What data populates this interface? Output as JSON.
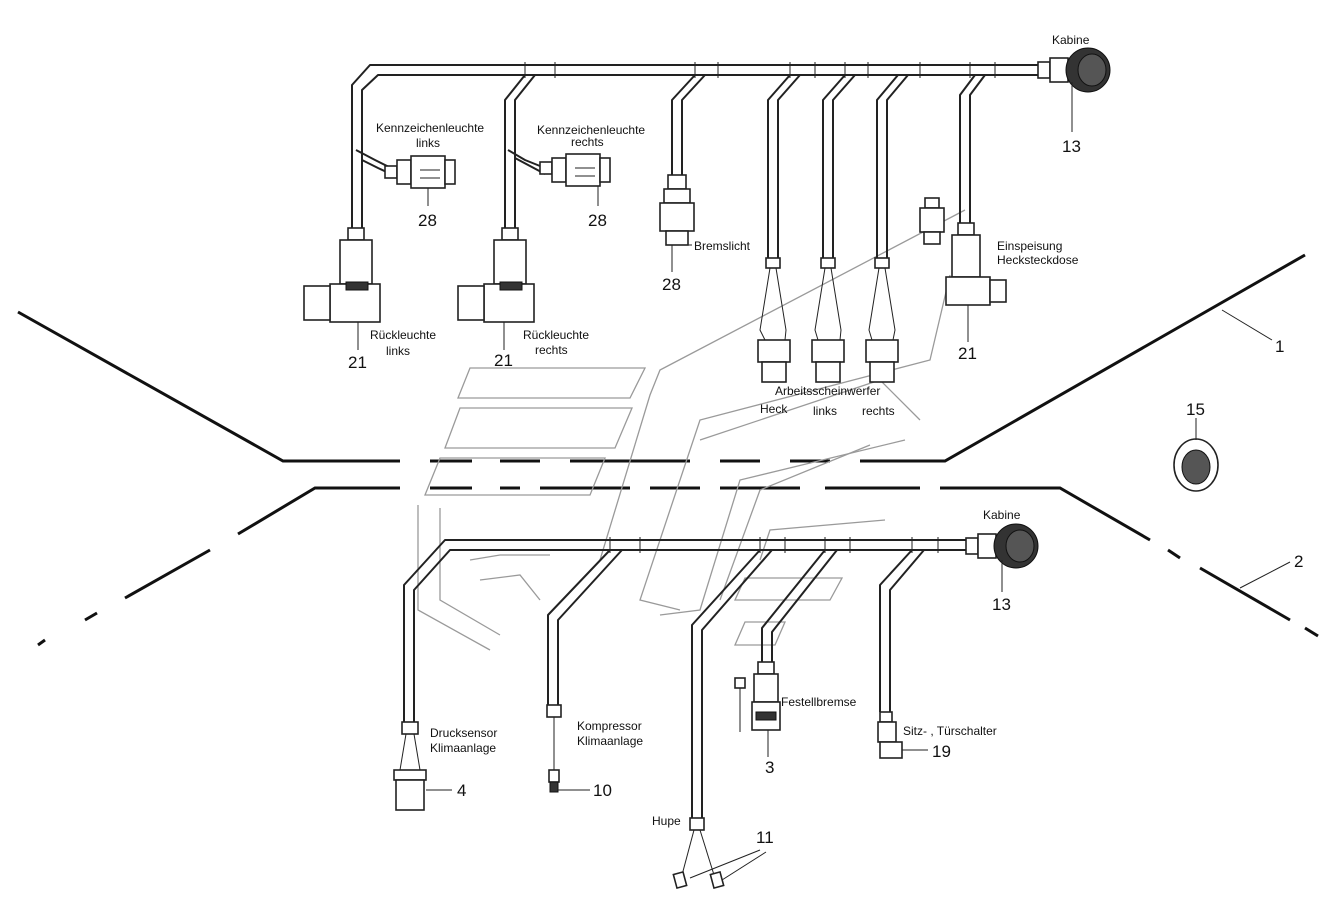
{
  "labels": {
    "kabine_top": "Kabine",
    "kabine_bottom": "Kabine",
    "kennzeichen_links_1": "Kennzeichenleuchte",
    "kennzeichen_links_2": "links",
    "kennzeichen_rechts_1": "Kennzeichenleuchte",
    "kennzeichen_rechts_2": "rechts",
    "bremslicht": "Bremslicht",
    "einspeisung_1": "Einspeisung",
    "einspeisung_2": "Hecksteckdose",
    "rueck_links_1": "Rückleuchte",
    "rueck_links_2": "links",
    "rueck_rechts_1": "Rückleuchte",
    "rueck_rechts_2": "rechts",
    "arbeit_title": "Arbeitsscheinwerfer",
    "arbeit_heck": "Heck",
    "arbeit_links": "links",
    "arbeit_rechts": "rechts",
    "drucksensor_1": "Drucksensor",
    "drucksensor_2": "Klimaanlage",
    "kompressor_1": "Kompressor",
    "kompressor_2": "Klimaanlage",
    "festellbremse": "Festellbremse",
    "sitz": "Sitz- , Türschalter",
    "hupe": "Hupe"
  },
  "callouts": {
    "n1": "1",
    "n2": "2",
    "n3": "3",
    "n4": "4",
    "n10": "10",
    "n11": "11",
    "n13_top": "13",
    "n13_bottom": "13",
    "n15": "15",
    "n19": "19",
    "n21_a": "21",
    "n21_b": "21",
    "n21_c": "21",
    "n28_a": "28",
    "n28_b": "28",
    "n28_c": "28"
  }
}
